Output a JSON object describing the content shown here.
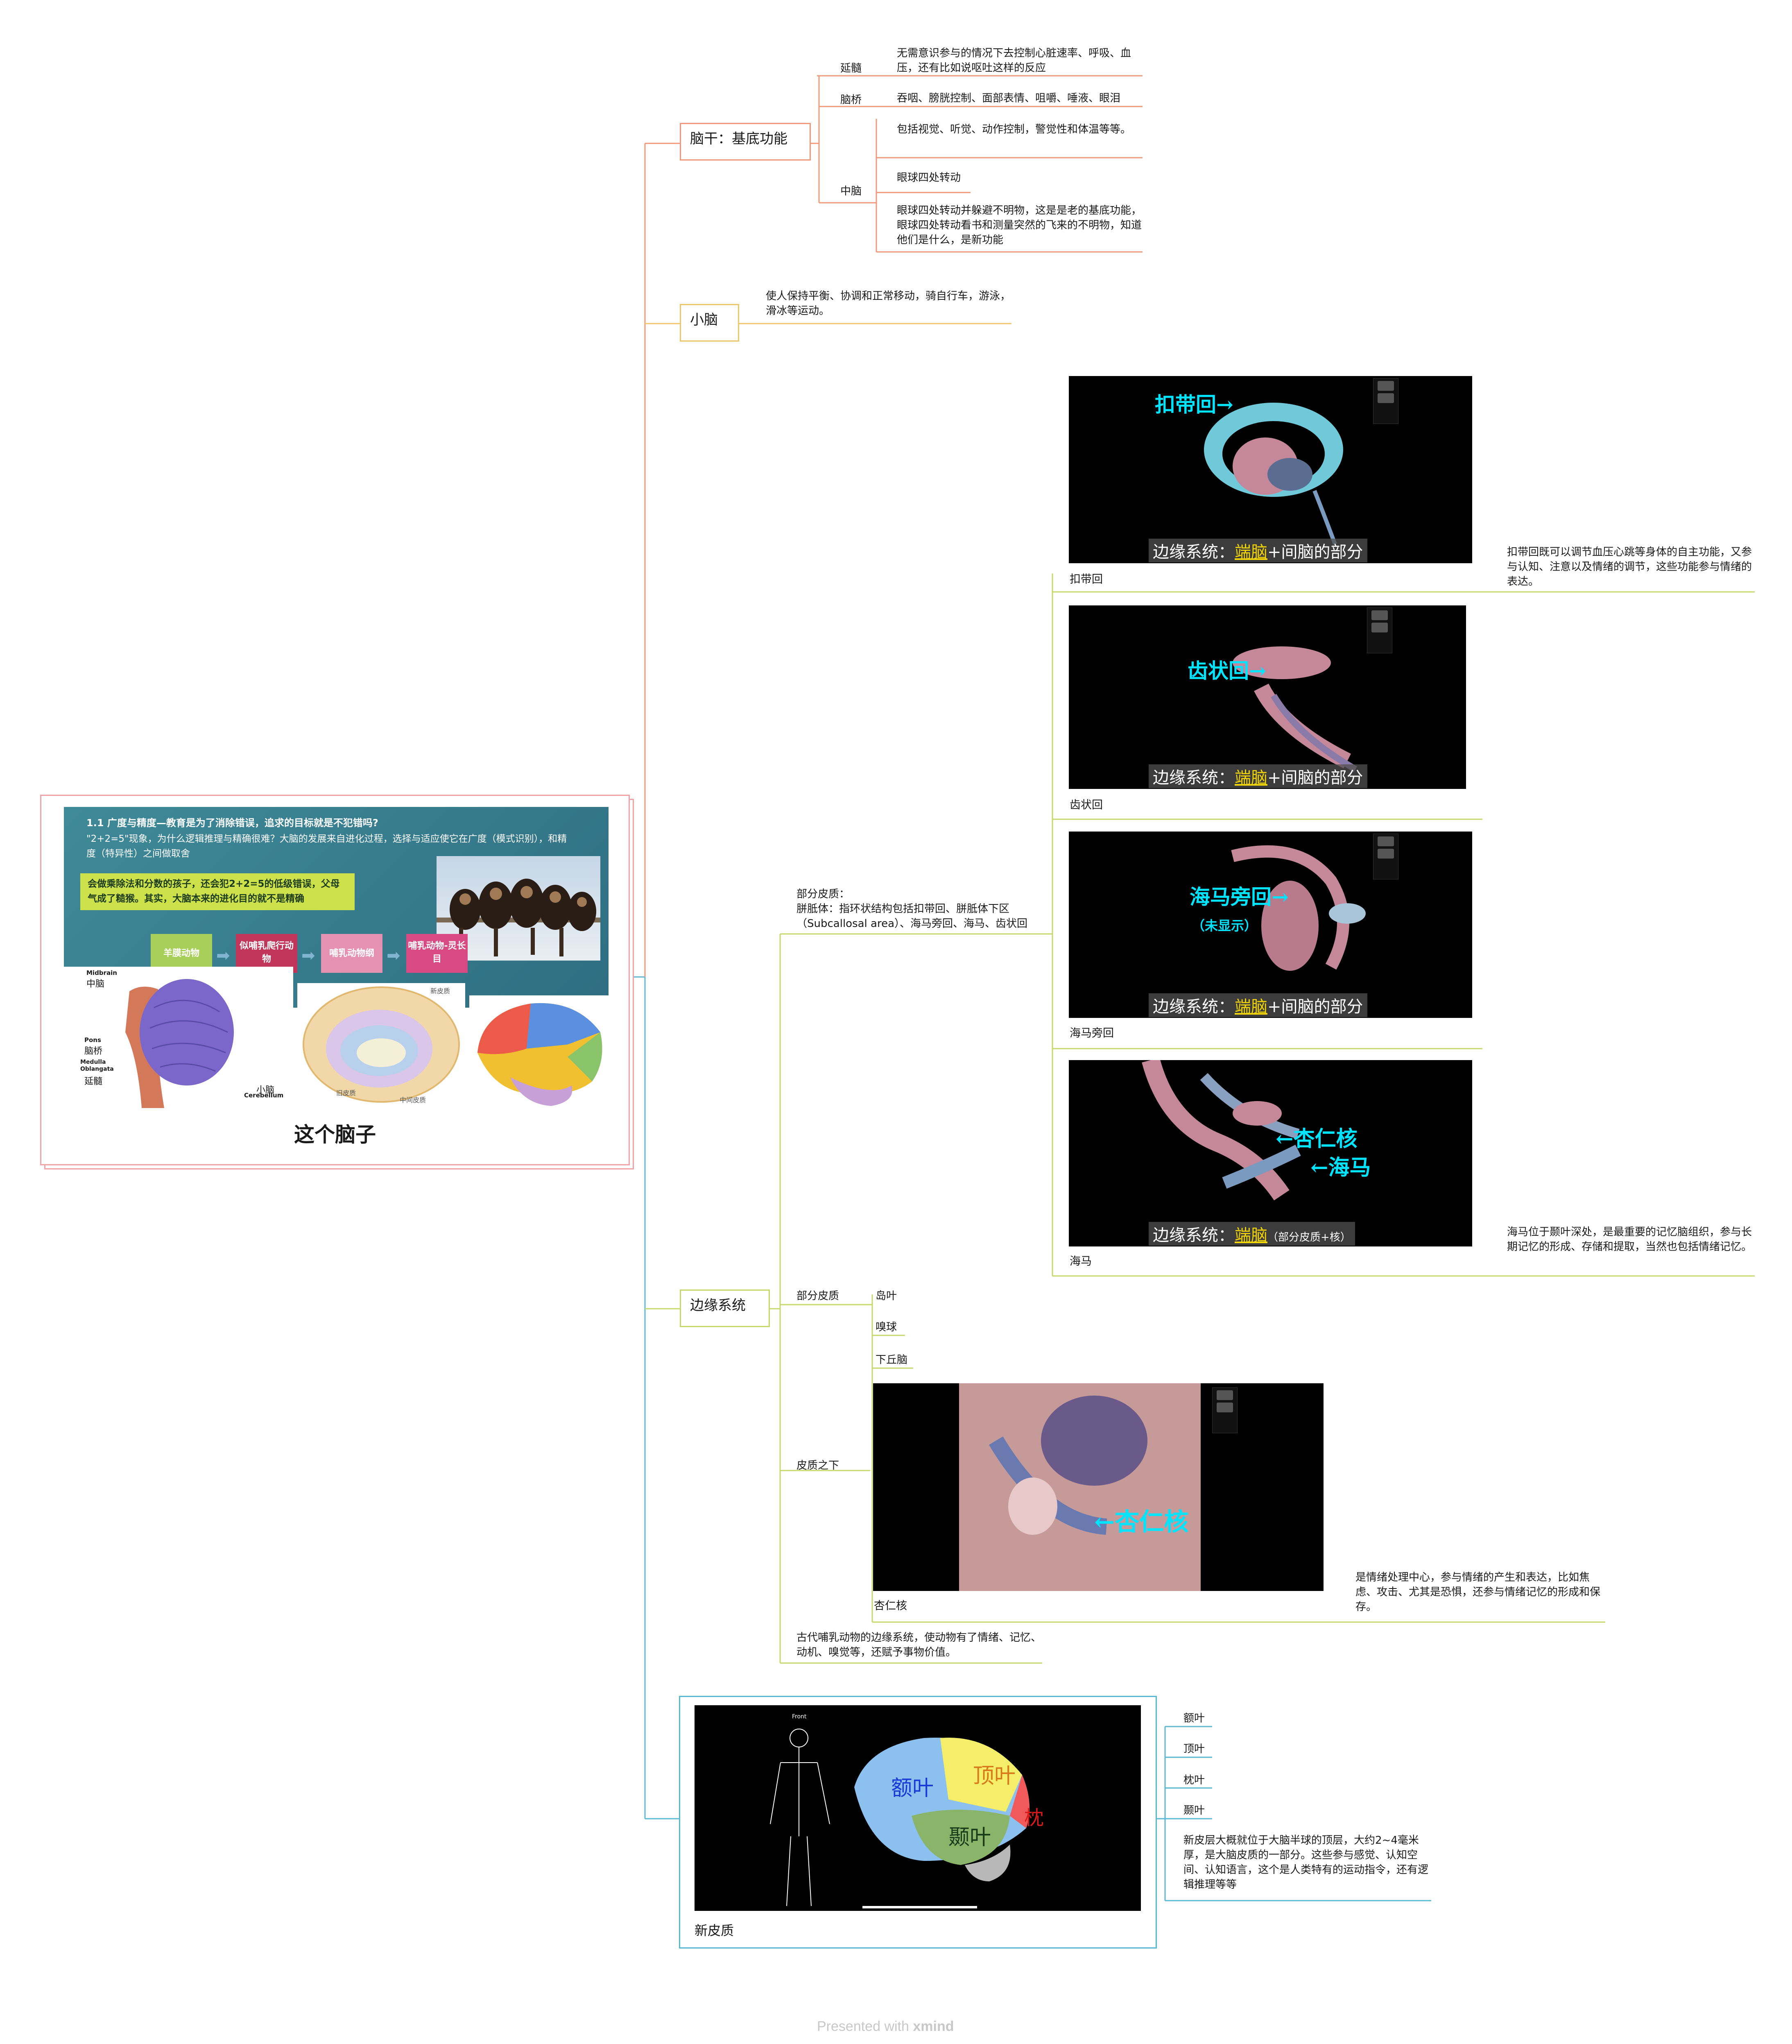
{
  "central": {
    "slide": {
      "heading": "1.1 广度与精度—教育是为了消除错误，追求的目标就是不犯错吗?",
      "line2": "\"2+2=5\"现象，为什么逻辑推理与精确很难？大脑的发展来自进化过程，选择与适应使它在广度（模式识别），和精度（特异性）之间做取舍",
      "box_text": "会做乘除法和分数的孩子，还会犯2+2=5的低级错误，父母气成了糙猴。其实，大脑本来的进化目的就不是精确",
      "chain": [
        "羊膜动物",
        "似哺乳爬行动物",
        "哺乳动物纲",
        "哺乳动物-灵长目"
      ],
      "brainstem_labels": {
        "midbrain_en": "Midbrain",
        "midbrain_zh": "中脑",
        "pons_en": "Pons",
        "pons_zh": "脑桥",
        "medulla_en": "Medulla Oblangata",
        "medulla_zh": "延髓",
        "cerebellum_zh": "小脑",
        "cerebellum_en": "Cerebellum"
      },
      "limbic_labels": {
        "top": "新皮质",
        "left": "旧皮质",
        "bottom": "中间皮质"
      }
    },
    "title": "这个脑子"
  },
  "branches": {
    "brainstem": {
      "label": "脑干：基底功能",
      "children": [
        {
          "label": "延髓",
          "notes": [
            "无需意识参与的情况下去控制心脏速率、呼吸、血压，还有比如说呕吐这样的反应"
          ]
        },
        {
          "label": "脑桥",
          "notes": [
            "吞咽、膀胱控制、面部表情、咀嚼、唾液、眼泪"
          ]
        },
        {
          "label": "中脑",
          "notes": [
            "包括视觉、听觉、动作控制，警觉性和体温等等。",
            "眼球四处转动",
            "眼球四处转动并躲避不明物，这是是老的基底功能，眼球四处转动看书和测量突然的飞来的不明物，知道他们是什么，是新功能"
          ]
        }
      ]
    },
    "cerebellum": {
      "label": "小脑",
      "note": "使人保持平衡、协调和正常移动，骑自行车，游泳，滑冰等运动。"
    },
    "limbic": {
      "label": "边缘系统",
      "partial_cortex_desc": "部分皮质：\n胼胝体：指环状结构包括扣带回、胼胝体下区（Subcallosal area）、海马旁回、海马、齿状回",
      "partial_cortex_label": "部分皮质",
      "insula": "岛叶",
      "subcortical_label": "皮质之下",
      "olfactory": "嗅球",
      "hypothalamus": "下丘脑",
      "footer_note": "古代哺乳动物的边缘系统，使动物有了情绪、记忆、动机、嗅觉等，还赋予事物价值。",
      "images": [
        {
          "caption": "扣带回",
          "label": "扣带回",
          "band_prefix": "边缘系统：",
          "band_hl": "端脑",
          "band_suffix": "+间脑的部分",
          "note": "扣带回既可以调节血压心跳等身体的自主功能，又参与认知、注意以及情绪的调节，这些功能参与情绪的表达。"
        },
        {
          "caption": "齿状回",
          "label": "齿状回",
          "band_prefix": "边缘系统：",
          "band_hl": "端脑",
          "band_suffix": "+间脑的部分",
          "note": ""
        },
        {
          "caption": "海马旁回",
          "label": "海马旁回",
          "sublabel": "（未显示）",
          "band_prefix": "边缘系统：",
          "band_hl": "端脑",
          "band_suffix": "+间脑的部分",
          "note": ""
        },
        {
          "caption": "海马",
          "label": "杏仁核",
          "label2": "海马",
          "band_prefix": "边缘系统：",
          "band_hl": "端脑",
          "band_suffix": "（部分皮质+核）",
          "note": "海马位于颞叶深处，是最重要的记忆脑组织，参与长期记忆的形成、存储和提取，当然也包括情绪记忆。"
        }
      ],
      "amygdala": {
        "caption": "杏仁核",
        "label": "杏仁核",
        "note": "是情绪处理中心，参与情绪的产生和表达，比如焦虑、攻击、尤其是恐惧，还参与情绪记忆的形成和保存。"
      }
    },
    "neocortex": {
      "caption": "新皮质",
      "lobes_on_image": {
        "frontal": "额叶",
        "parietal": "顶叶",
        "temporal": "颞叶",
        "occipital": "枕",
        "front": "Front"
      },
      "children": [
        "额叶",
        "顶叶",
        "枕叶",
        "颞叶"
      ],
      "note": "新皮层大概就位于大脑半球的顶层，大约2~4毫米厚，是大脑皮质的一部分。这些参与感觉、认知空间、认知语言，这个是人类特有的运动指令，还有逻辑推理等等"
    }
  },
  "footer": {
    "prefix": "Presented with",
    "brand": "xmind"
  },
  "colors": {
    "orange": "#f0997a",
    "yellow": "#f1c56b",
    "green": "#c6d86b",
    "blue": "#5bb8d2",
    "pink": "#f1a3a8"
  }
}
